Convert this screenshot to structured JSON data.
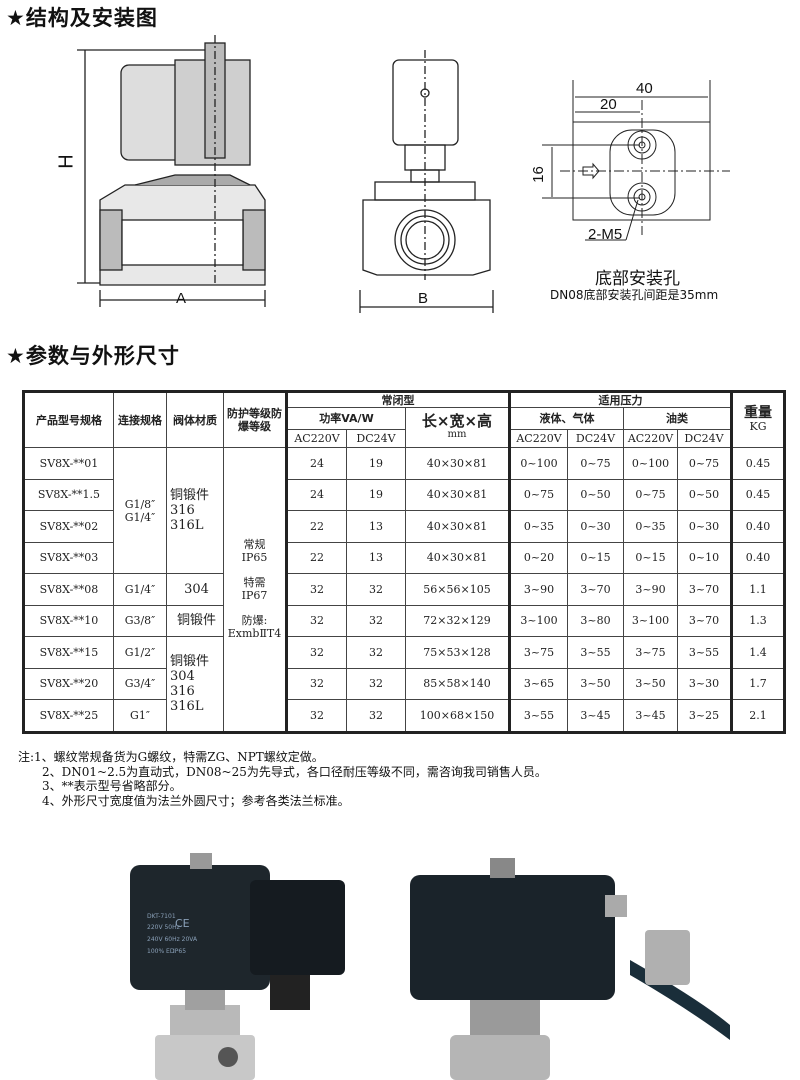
{
  "sections": {
    "structure_title": "★结构及安装图",
    "params_title": "★参数与外形尺寸"
  },
  "drawings": {
    "height_label": "H",
    "length_label": "A",
    "width_label": "B",
    "hole_dims": {
      "total": "40",
      "half": "20",
      "spacing": "16",
      "thread": "2-M5"
    },
    "hole_title": "底部安装孔",
    "hole_note": "DN08底部安装孔间距是35mm"
  },
  "table": {
    "headers": {
      "model": "产品型号规格",
      "connection": "连接规格",
      "material": "阀体材质",
      "protection": "防护等级防爆等级",
      "normally_closed": "常闭型",
      "power": "功率VA/W",
      "dims": "长×宽×高",
      "dims_unit": "mm",
      "pressure": "适用压力",
      "liquid_gas": "液体、气体",
      "oil": "油类",
      "weight": "重量",
      "weight_unit": "KG",
      "ac": "AC220V",
      "dc": "DC24V"
    },
    "protection_value": [
      "常规",
      "IP65",
      "特需",
      "IP67",
      "防爆:",
      "ExmbⅡT4"
    ],
    "connection_groups": [
      {
        "rows": 4,
        "lines": [
          "G1/8″",
          "G1/4″"
        ]
      },
      {
        "rows": 1,
        "lines": [
          "G1/4″"
        ]
      },
      {
        "rows": 1,
        "lines": [
          "G3/8″"
        ]
      },
      {
        "rows": 1,
        "lines": [
          "G1/2″"
        ]
      },
      {
        "rows": 1,
        "lines": [
          "G3/4″"
        ]
      },
      {
        "rows": 1,
        "lines": [
          "G1″"
        ]
      }
    ],
    "material_groups": [
      {
        "rows": 4,
        "lines": [
          "铜锻件",
          "316",
          "316L"
        ]
      },
      {
        "rows": 1,
        "lines": [
          "304"
        ]
      },
      {
        "rows": 1,
        "lines": [
          "铜锻件"
        ]
      },
      {
        "rows": 3,
        "lines": [
          "铜锻件",
          "304",
          "316",
          "316L"
        ]
      }
    ],
    "rows": [
      {
        "model": "SV8X-**01",
        "power_ac": "24",
        "power_dc": "19",
        "dims": "40×30×81",
        "lg_ac": "0~100",
        "lg_dc": "0~75",
        "oil_ac": "0~100",
        "oil_dc": "0~75",
        "weight": "0.45"
      },
      {
        "model": "SV8X-**1.5",
        "power_ac": "24",
        "power_dc": "19",
        "dims": "40×30×81",
        "lg_ac": "0~75",
        "lg_dc": "0~50",
        "oil_ac": "0~75",
        "oil_dc": "0~50",
        "weight": "0.45"
      },
      {
        "model": "SV8X-**02",
        "power_ac": "22",
        "power_dc": "13",
        "dims": "40×30×81",
        "lg_ac": "0~35",
        "lg_dc": "0~30",
        "oil_ac": "0~35",
        "oil_dc": "0~30",
        "weight": "0.40"
      },
      {
        "model": "SV8X-**03",
        "power_ac": "22",
        "power_dc": "13",
        "dims": "40×30×81",
        "lg_ac": "0~20",
        "lg_dc": "0~15",
        "oil_ac": "0~15",
        "oil_dc": "0~10",
        "weight": "0.40"
      },
      {
        "model": "SV8X-**08",
        "power_ac": "32",
        "power_dc": "32",
        "dims": "56×56×105",
        "lg_ac": "3~90",
        "lg_dc": "3~70",
        "oil_ac": "3~90",
        "oil_dc": "3~70",
        "weight": "1.1"
      },
      {
        "model": "SV8X-**10",
        "power_ac": "32",
        "power_dc": "32",
        "dims": "72×32×129",
        "lg_ac": "3~100",
        "lg_dc": "3~80",
        "oil_ac": "3~100",
        "oil_dc": "3~70",
        "weight": "1.3"
      },
      {
        "model": "SV8X-**15",
        "power_ac": "32",
        "power_dc": "32",
        "dims": "75×53×128",
        "lg_ac": "3~75",
        "lg_dc": "3~55",
        "oil_ac": "3~75",
        "oil_dc": "3~55",
        "weight": "1.4"
      },
      {
        "model": "SV8X-**20",
        "power_ac": "32",
        "power_dc": "32",
        "dims": "85×58×140",
        "lg_ac": "3~65",
        "lg_dc": "3~50",
        "oil_ac": "3~50",
        "oil_dc": "3~30",
        "weight": "1.7"
      },
      {
        "model": "SV8X-**25",
        "power_ac": "32",
        "power_dc": "32",
        "dims": "100×68×150",
        "lg_ac": "3~55",
        "lg_dc": "3~45",
        "oil_ac": "3~45",
        "oil_dc": "3~25",
        "weight": "2.1"
      }
    ]
  },
  "notes": [
    "注:1、螺纹常规备货为G螺纹，特需ZG、NPT螺纹定做。",
    "　　2、DN01~2.5为直动式，DN08~25为先导式，各口径耐压等级不同，需咨询我司销售人员。",
    "　　3、**表示型号省略部分。",
    "　　4、外形尺寸宽度值为法兰外圆尺寸；参考各类法兰标准。"
  ],
  "photo_label": {
    "model": "DKT-7101",
    "line1": "220V 50Hz",
    "line2": "240V 60Hz 20VA",
    "line3": "100% ED",
    "rating": "IP65",
    "mark": "CE"
  }
}
